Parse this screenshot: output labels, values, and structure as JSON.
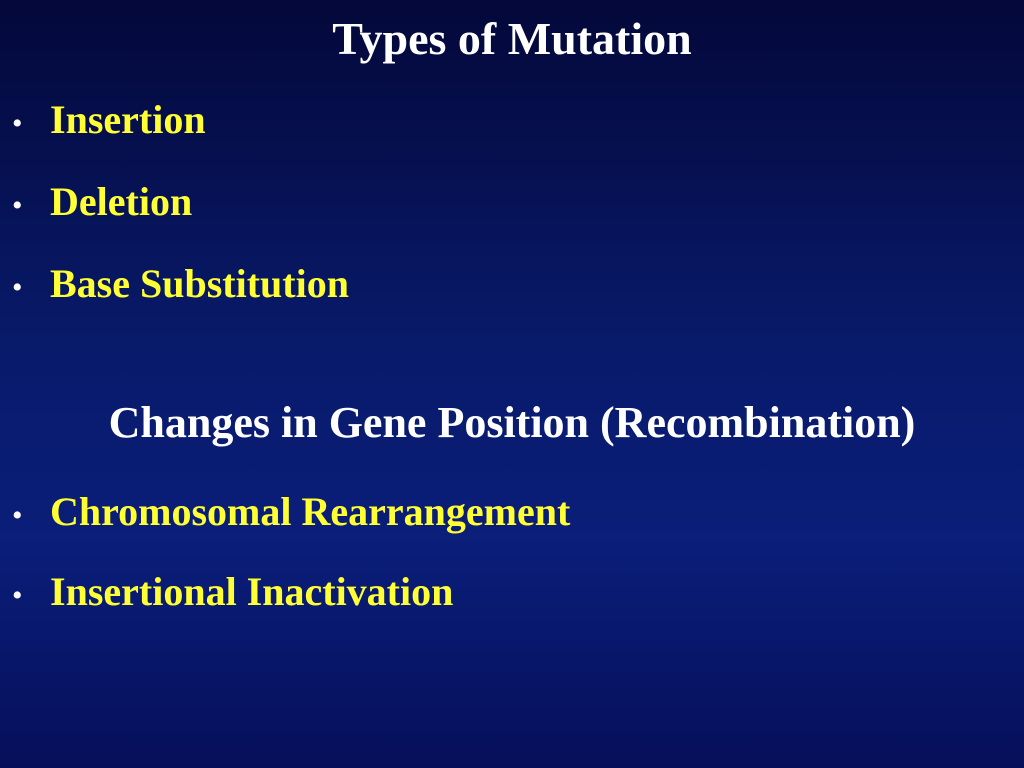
{
  "section1": {
    "title": "Types of Mutation",
    "items": [
      "Insertion",
      "Deletion",
      "Base Substitution"
    ]
  },
  "section2": {
    "title": "Changes in Gene Position (Recombination)",
    "items": [
      "Chromosomal Rearrangement",
      "Insertional Inactivation"
    ]
  },
  "bullet_glyph": "•",
  "colors": {
    "background_top": "#04083a",
    "background_mid": "#0a1e7a",
    "heading_text": "#ffffff",
    "bullet_text": "#ffff33"
  }
}
